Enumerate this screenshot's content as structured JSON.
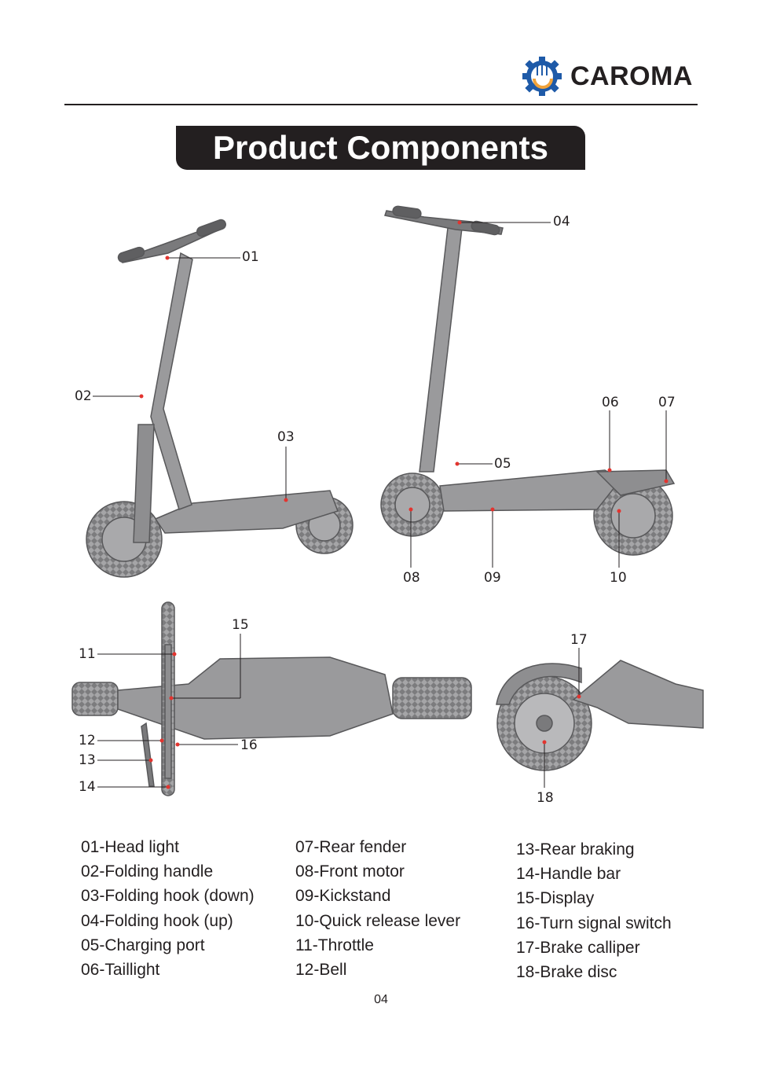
{
  "brand": {
    "name": "CAROMA",
    "logo_icon": "gear-lightbulb-logo-icon"
  },
  "title": "Product Components",
  "callouts": {
    "c01": "01",
    "c02": "02",
    "c03": "03",
    "c04": "04",
    "c05": "05",
    "c06": "06",
    "c07": "07",
    "c08": "08",
    "c09": "09",
    "c10": "10",
    "c11": "11",
    "c12": "12",
    "c13": "13",
    "c14": "14",
    "c15": "15",
    "c16": "16",
    "c17": "17",
    "c18": "18"
  },
  "parts": {
    "col1": [
      "01-Head light",
      "02-Folding handle",
      "03-Folding hook (down)",
      "04-Folding hook (up)",
      "05-Charging port",
      "06-Taillight"
    ],
    "col2": [
      "07-Rear fender",
      "08-Front motor",
      "09-Kickstand",
      "10-Quick release lever",
      "11-Throttle",
      "12-Bell"
    ],
    "col3": [
      "13-Rear braking",
      "14-Handle bar",
      "15-Display",
      "16-Turn signal switch",
      "17-Brake calliper",
      "18-Brake disc"
    ]
  },
  "page_number": "04",
  "colors": {
    "ink": "#231f20",
    "scooter_body": "#9a9a9c",
    "scooter_dark": "#58585a",
    "marker": "#e3342f",
    "logo_blue": "#1e5aa8",
    "logo_orange": "#f0a23a"
  }
}
